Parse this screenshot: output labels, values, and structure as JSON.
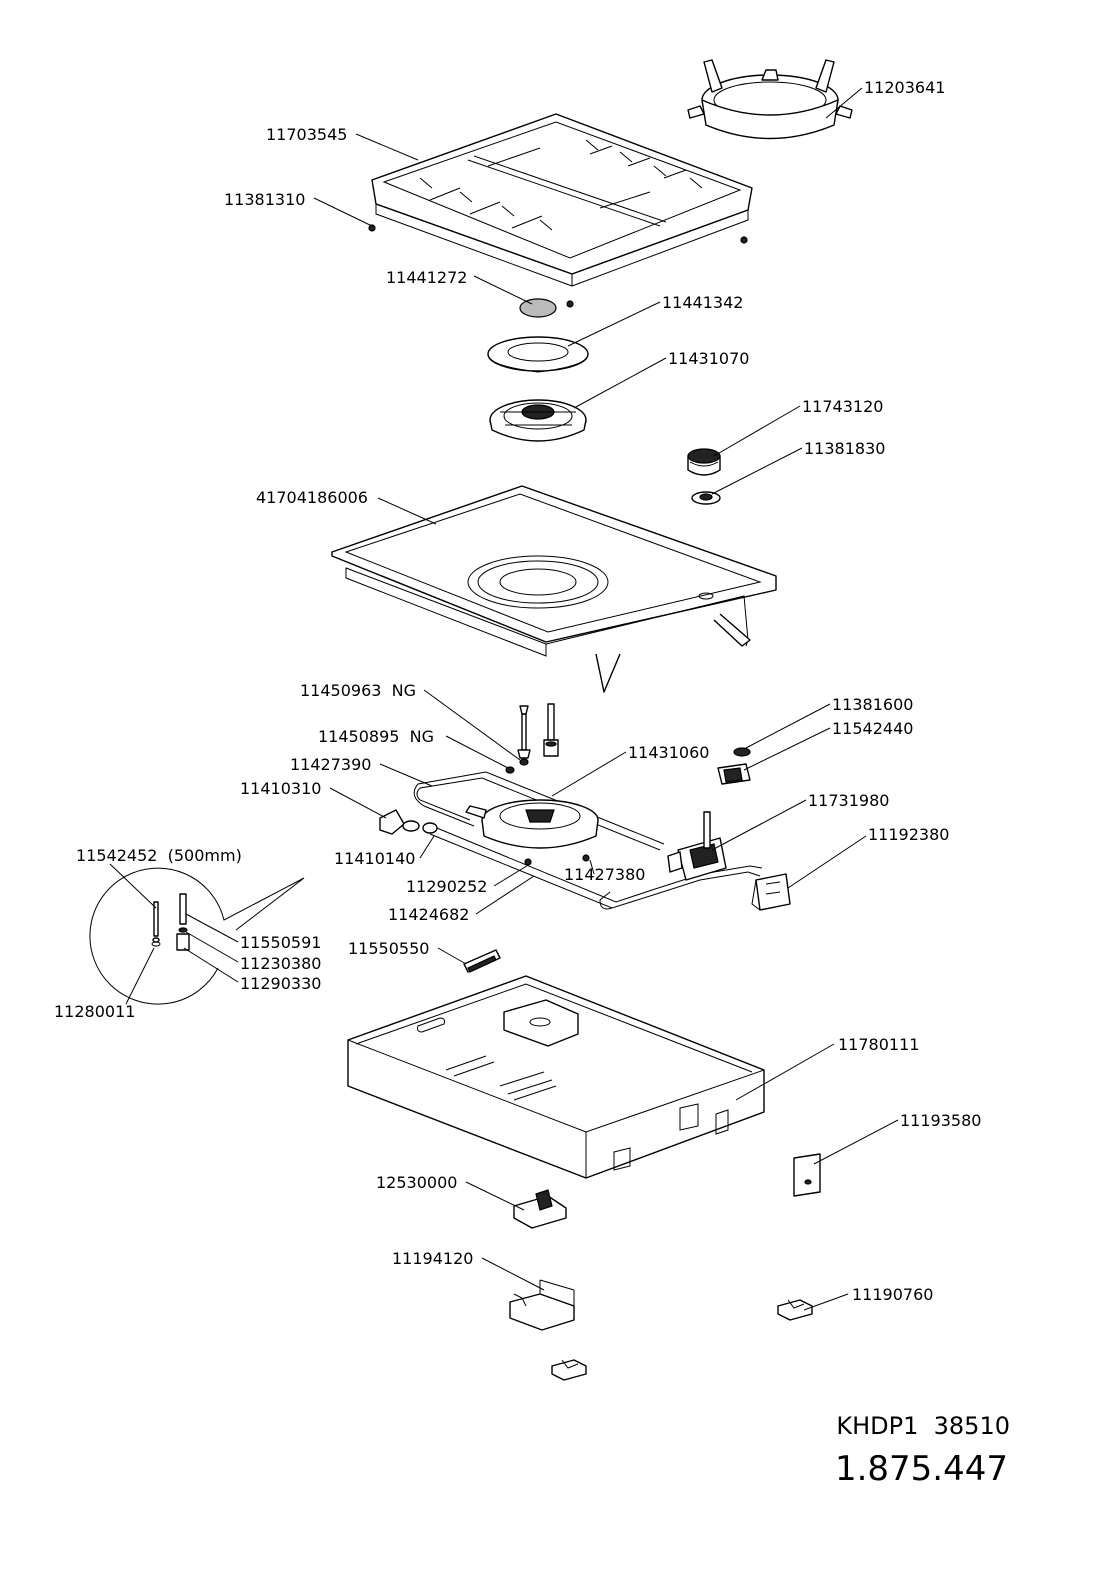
{
  "labels": {
    "p11203641": "11203641",
    "p11703545": "11703545",
    "p11381310": "11381310",
    "p11441272": "11441272",
    "p11441342": "11441342",
    "p11431070": "11431070",
    "p11743120": "11743120",
    "p11381830": "11381830",
    "p41704186006": "41704186006",
    "p11450963": "11450963  NG",
    "p11450895": "11450895  NG",
    "p11427390": "11427390",
    "p11410310": "11410310",
    "p11431060": "11431060",
    "p11381600": "11381600",
    "p11542440": "11542440",
    "p11731980": "11731980",
    "p11192380": "11192380",
    "p11542452": "11542452  (500mm)",
    "p11410140": "11410140",
    "p11290252": "11290252",
    "p11424682": "11424682",
    "p11427380": "11427380",
    "p11550591": "11550591",
    "p11230380": "11230380",
    "p11290330": "11290330",
    "p11280011": "11280011",
    "p11550550": "11550550",
    "p11780111": "11780111",
    "p11193580": "11193580",
    "p12530000": "12530000",
    "p11194120": "11194120",
    "p11190760": "11190760"
  },
  "title_block": {
    "model": "KHDP1  38510",
    "document_number": "1.875.447"
  }
}
